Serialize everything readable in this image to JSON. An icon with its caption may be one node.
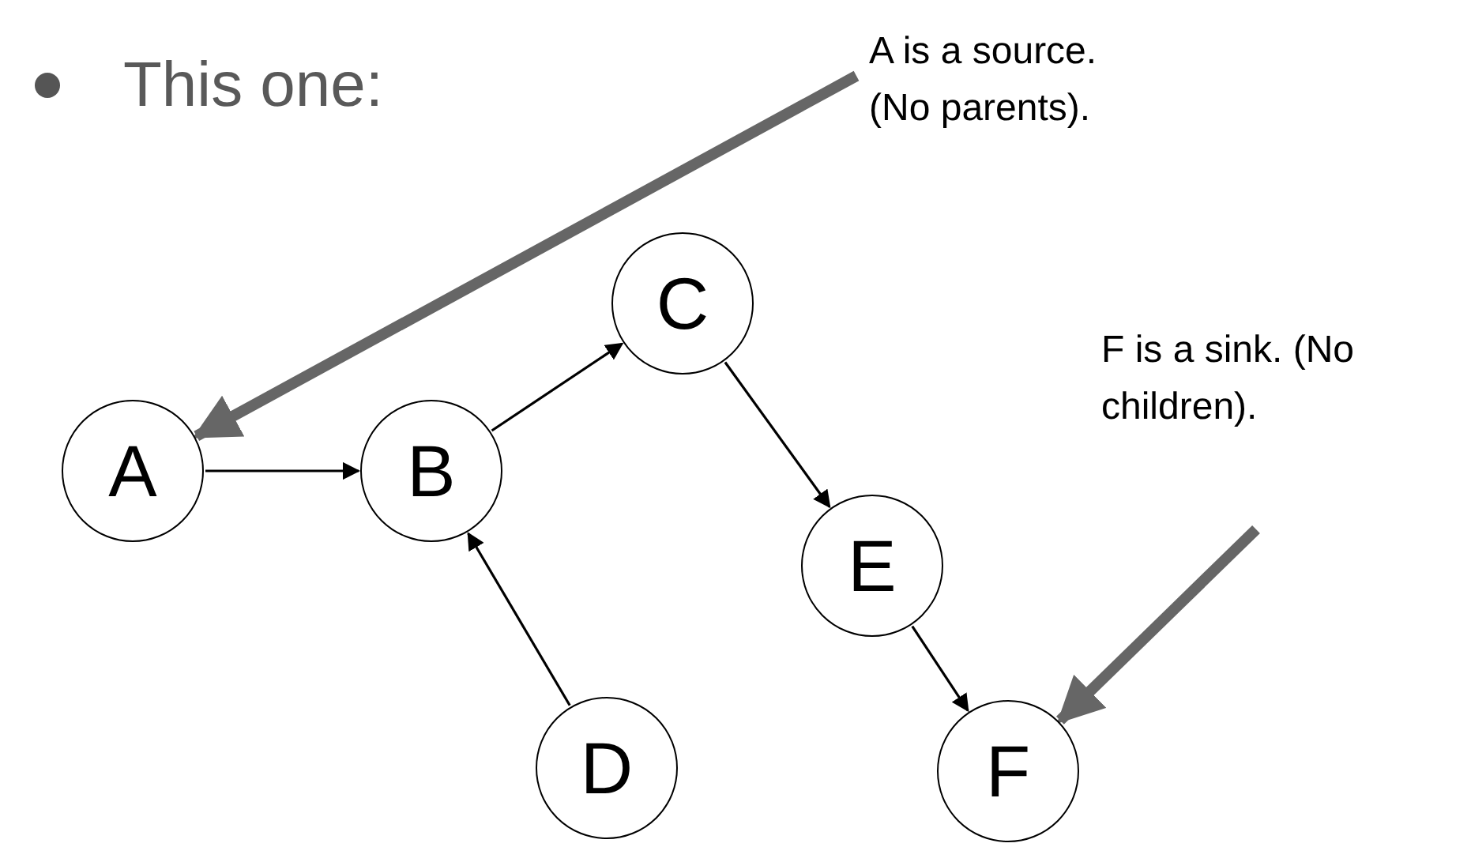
{
  "diagram": {
    "nodes": [
      {
        "text": [
          "A"
        ]
      },
      {
        "text": [
          "B"
        ]
      },
      {
        "text": [
          "C"
        ]
      },
      {
        "text": [
          "D"
        ]
      },
      {
        "text": [
          "E"
        ]
      },
      {
        "text": [
          "F"
        ]
      },
      {
        "text": [
          "A is a source. (No parents)."
        ]
      },
      {
        "text": [
          "F is a sink. (No children)."
        ]
      }
    ],
    "edges": [
      {
        "from": 0,
        "to": 1,
        "arrow": "to"
      },
      {
        "from": 1,
        "to": 2,
        "arrow": "to"
      },
      {
        "from": 2,
        "to": 4,
        "arrow": "to"
      },
      {
        "from": 3,
        "to": 1,
        "arrow": "to"
      },
      {
        "from": 4,
        "to": 5,
        "arrow": "to"
      },
      {
        "from": 6,
        "to": 0,
        "arrow": "to",
        "style": "thick",
        "color": "#666666"
      },
      {
        "from": 7,
        "to": 5,
        "arrow": "to",
        "style": "thick",
        "color": "#666666"
      }
    ],
    "labels": [
      "This one:"
    ]
  }
}
